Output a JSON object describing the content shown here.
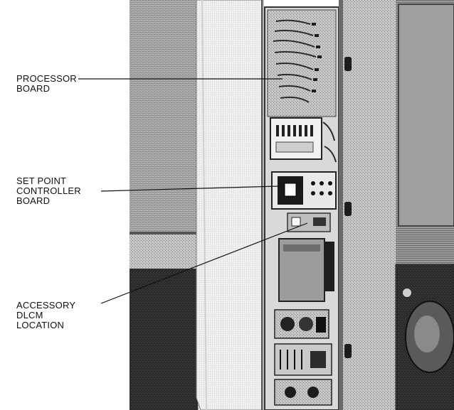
{
  "callouts": {
    "processor_board": {
      "line1": "PROCESSOR",
      "line2": "BOARD"
    },
    "set_point_controller_board": {
      "line1": "SET POINT",
      "line2": "CONTROLLER",
      "line3": "BOARD"
    },
    "accessory_dlcm_location": {
      "line1": "ACCESSORY",
      "line2": "DLCM",
      "line3": "LOCATION"
    }
  },
  "colors": {
    "background": "#ffffff",
    "photo_mid": "#b5b5b5",
    "photo_dark": "#1e1e1e",
    "door_panel": "#ececec",
    "leader_line": "#111111"
  }
}
